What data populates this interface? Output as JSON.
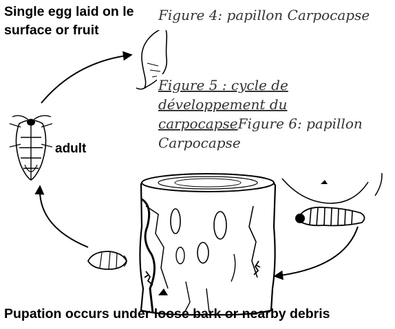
{
  "diagram": {
    "labels": {
      "egg_line1": "Single egg laid on le",
      "egg_line2": "surface or fruit",
      "adult": "adult",
      "pupation": "Pupation occurs under loose bark or nearby debris"
    },
    "captions": {
      "figure4": "Figure 4: papillon Carpocapse",
      "figure5_line1": "Figure 5 : cycle de",
      "figure5_line2": "développement du",
      "figure5_line3": "carpocapse",
      "figure6_line1": "Figure 6: papillon",
      "figure6_line2": "Carpocapse"
    }
  }
}
